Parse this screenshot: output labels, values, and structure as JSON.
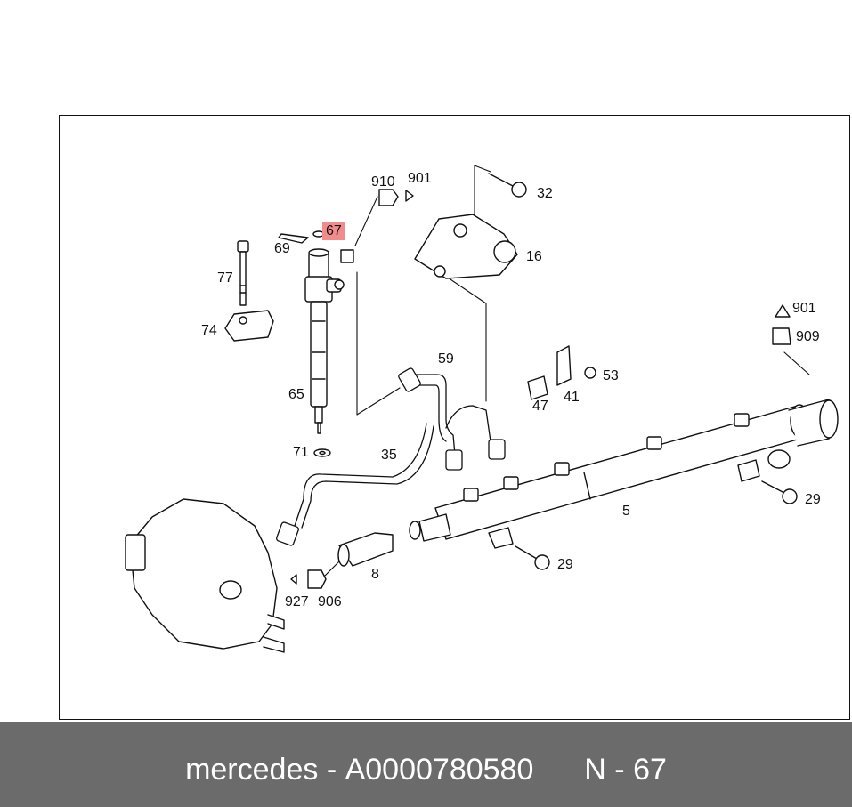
{
  "diagram": {
    "highlight_color": "#f28c8c",
    "callouts": {
      "c910": "910",
      "c901a": "901",
      "c32": "32",
      "c67": "67",
      "c69": "69",
      "c16": "16",
      "c77": "77",
      "c74": "74",
      "c901b": "901",
      "c909": "909",
      "c59": "59",
      "c53": "53",
      "c65": "65",
      "c47": "47",
      "c41": "41",
      "c71": "71",
      "c35": "35",
      "c5": "5",
      "c29a": "29",
      "c29b": "29",
      "c8": "8",
      "c927": "927",
      "c906": "906"
    }
  },
  "footer": {
    "brand": "mercedes",
    "separator": "-",
    "part_number": "A0000780580",
    "ref_prefix": "N",
    "ref_separator": "-",
    "ref_number": "67",
    "background": "#6b6b6b"
  }
}
